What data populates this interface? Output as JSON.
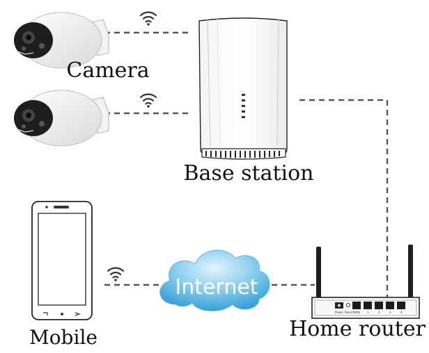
{
  "labels": {
    "camera": "Camera",
    "base_station": "Base station",
    "home_router": "Home router",
    "mobile": "Mobile",
    "internet": "Internet"
  },
  "icons": {
    "wifi": "wifi-icon",
    "camera": "camera-icon",
    "base_station": "base-station-icon",
    "router": "router-icon",
    "mobile": "mobile-phone-icon",
    "cloud": "cloud-icon"
  },
  "router_ports": {
    "power": "Power",
    "reset": "Reset",
    "wan": "WAN",
    "lan": [
      "1",
      "2",
      "3",
      "4"
    ]
  },
  "colors": {
    "line": "#555555",
    "cloud_light": "#bfe4f7",
    "cloud_dark": "#2b9ad2",
    "wifi": "#333333"
  }
}
